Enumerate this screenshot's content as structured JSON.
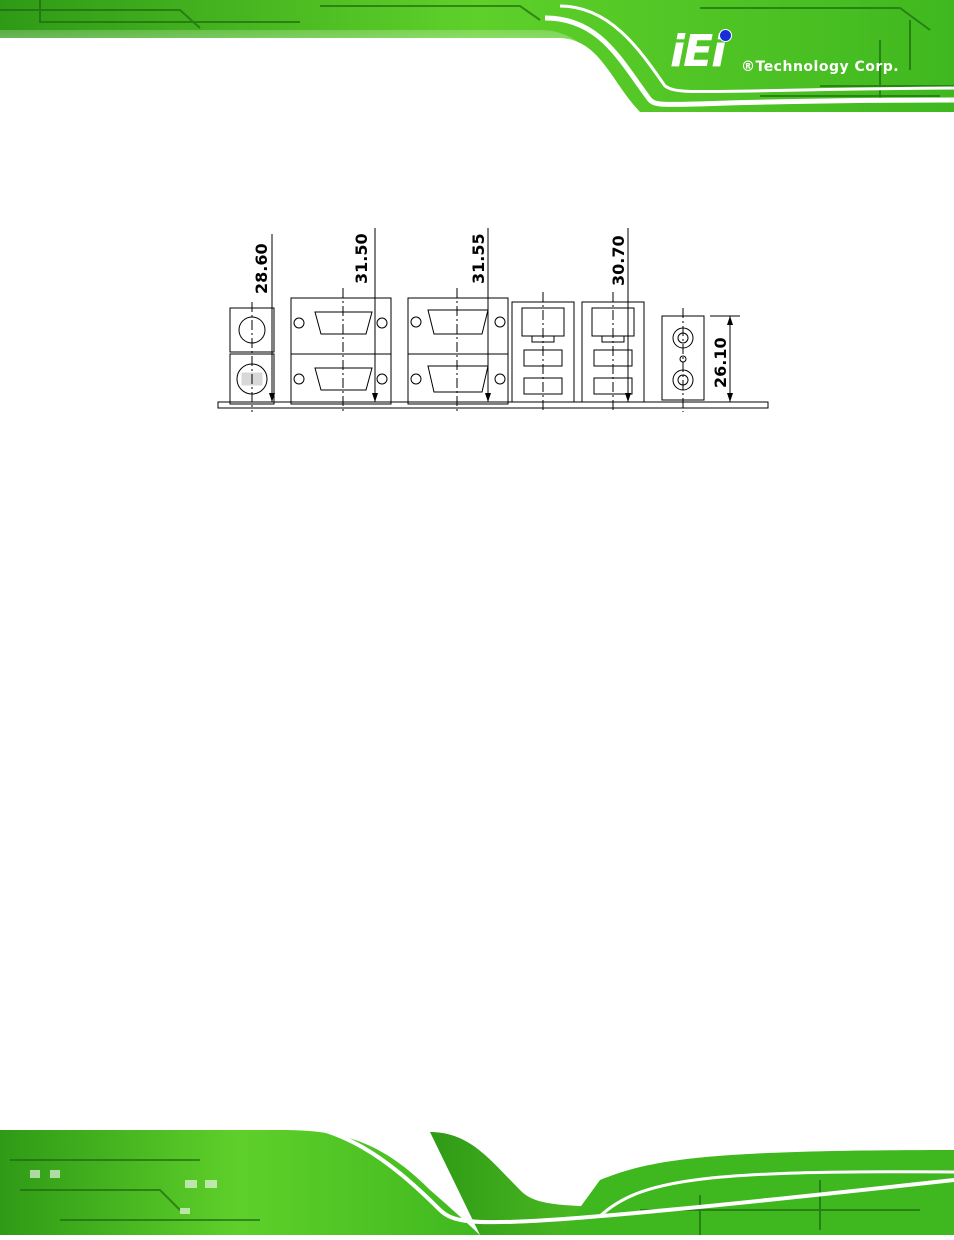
{
  "header": {
    "logo_text": "iEi",
    "brand": "®Technology Corp."
  },
  "diagram": {
    "dimensions": [
      {
        "label": "28.60"
      },
      {
        "label": "31.50"
      },
      {
        "label": "31.55"
      },
      {
        "label": "30.70"
      },
      {
        "label": "26.10"
      }
    ]
  },
  "colors": {
    "pcb_green": "#3fb81f",
    "pcb_dark": "#1d6b10",
    "logo_blue": "#1a2bd8"
  }
}
